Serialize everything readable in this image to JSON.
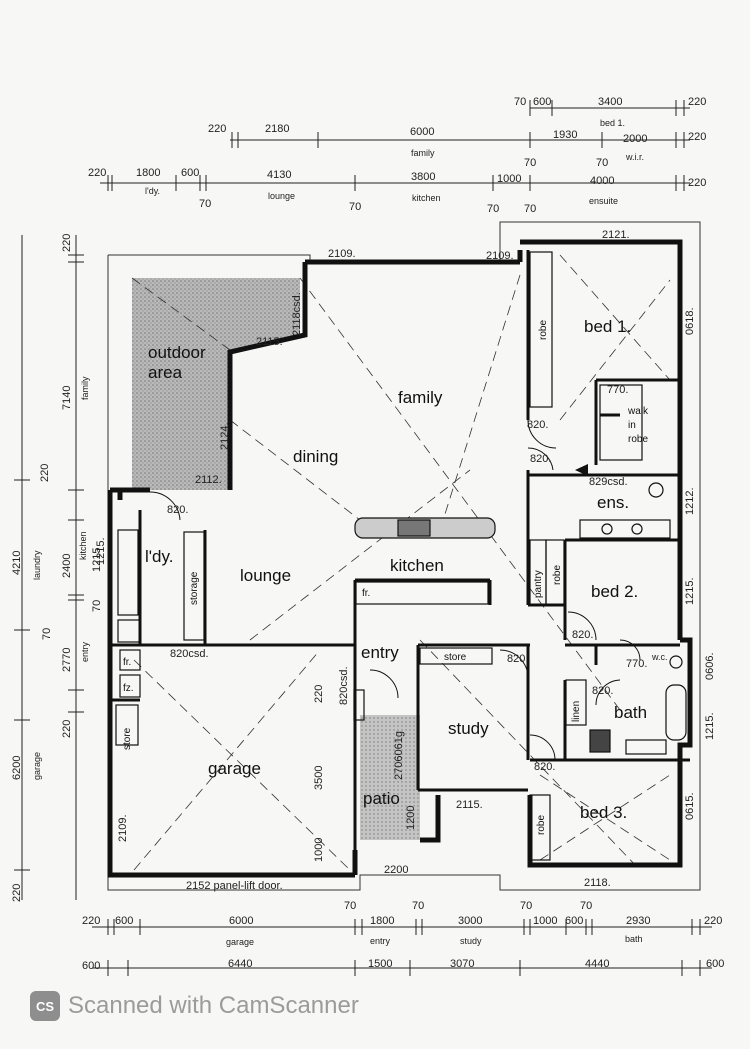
{
  "rooms": {
    "bed1": "bed  1.",
    "family": "family",
    "outdoor1": "outdoor",
    "outdoor2": "area",
    "dining": "dining",
    "ens": "ens.",
    "kitchen": "kitchen",
    "laundry": "l'dy.",
    "lounge": "lounge",
    "bed2": "bed  2.",
    "entry": "entry",
    "study": "study",
    "bath": "bath",
    "garage": "garage",
    "patio": "patio",
    "bed3": "bed  3.",
    "walk1": "walk",
    "walk2": "in",
    "walk3": "robe"
  },
  "fixtures": {
    "robe": "robe",
    "storage": "storage",
    "pantry": "pantry",
    "linen": "linen",
    "store": "store",
    "fr": "fr.",
    "fz": "fz.",
    "fr_k": "fr.",
    "wc": "w.c."
  },
  "top_dims": {
    "r1": [
      "70",
      "600",
      "3400",
      "220"
    ],
    "r1_sub": "bed 1.",
    "r2": [
      "220",
      "2180",
      "6000",
      "1930",
      "2000",
      "220"
    ],
    "r2_sub": [
      "family",
      "w.i.r."
    ],
    "r2_bot": [
      "70",
      "70"
    ],
    "r3": [
      "220",
      "1800",
      "600",
      "4130",
      "3800",
      "1000",
      "4000",
      "220"
    ],
    "r3_sub": [
      "l'dy.",
      "lounge",
      "kitchen",
      "ensuite"
    ],
    "r3_bot": [
      "70",
      "70",
      "70",
      "70"
    ]
  },
  "bottom_dims": {
    "r1": [
      "220",
      "600",
      "6000",
      "70",
      "1800",
      "70",
      "3000",
      "70",
      "1000",
      "600",
      "70",
      "2930",
      "220"
    ],
    "r1_sub": [
      "garage",
      "entry",
      "study",
      "bath"
    ],
    "r2": [
      "600",
      "6440",
      "1500",
      "3070",
      "4440",
      "600"
    ]
  },
  "left_dims": {
    "outer": [
      "4210",
      "70",
      "6200",
      "220"
    ],
    "outer_sub": [
      "laundry",
      "garage"
    ],
    "inner": [
      "220",
      "7140",
      "220",
      "2400",
      "1215",
      "70",
      "2770",
      "220"
    ],
    "inner_sub": [
      "family",
      "kitchen",
      "entry"
    ]
  },
  "openings": {
    "o2109a": "2109.",
    "o2109b": "2109.",
    "o2121": "2121.",
    "o2115": "2115.",
    "o2118": "2118csd.",
    "o2124": "2124.",
    "o2112": "2112.",
    "o0618": "0618.",
    "o770a": "770.",
    "o820a": "820.",
    "o820b": "820.",
    "o829": "829csd.",
    "o1212": "1212.",
    "o820c": "820.",
    "o820d": "820.",
    "o1215a": "1215.",
    "o820csd": "820csd.",
    "o770b": "770.",
    "o0606": "0606.",
    "o820e": "820.",
    "o1215b": "1215.",
    "o820f": "820.",
    "o820g": "820.",
    "o820h": "820csd.",
    "o220": "220",
    "o3500": "3500",
    "o1000": "1000",
    "o2706": "2706061g",
    "o1200": "1200",
    "o2115b": "2115.",
    "o0615": "0615.",
    "o2109c": "2109.",
    "o1215c": "1215.",
    "o2200": "2200",
    "o2152": "2152 panel-lift door.",
    "o2118b": "2118."
  },
  "watermark": {
    "icon": "CS",
    "text": "Scanned with CamScanner"
  },
  "colors": {
    "line": "#111111",
    "hatch": "#9a9a9a",
    "paper": "#f7f7f5"
  }
}
